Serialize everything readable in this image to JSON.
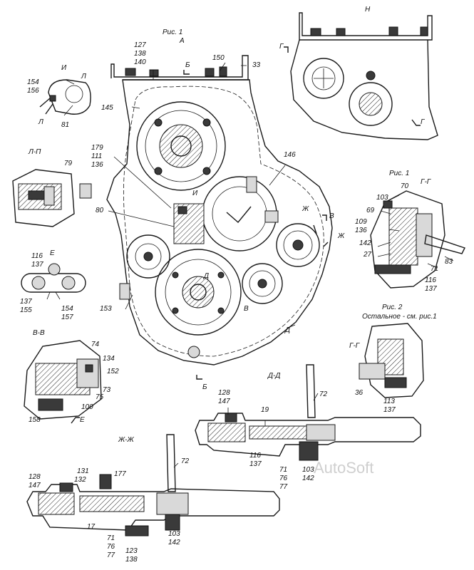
{
  "captions": {
    "fig1_top": "Рис. 1",
    "view_a": "А",
    "view_n": "Н",
    "fig1_right": "Рис. 1",
    "fig2": "Рис. 2",
    "fig2_note": "Остальное - см. рис.1"
  },
  "section_titles": {
    "il": "Л-П",
    "e_view": "Е",
    "vv": "В-В",
    "gg_top": "Г-Г",
    "gg_bottom": "Г-Г",
    "dd": "Д-Д",
    "zhzh": "Ж-Ж",
    "i_view": "И"
  },
  "labels": {
    "n127": "127",
    "n138a": "138",
    "n140": "140",
    "b_top": "Б",
    "n150": "150",
    "n33": "33",
    "n154": "154",
    "n156": "156",
    "l1": "Л",
    "l2": "Л",
    "n81": "81",
    "n145": "145",
    "n179": "179",
    "n111": "111",
    "n136a": "136",
    "n146": "146",
    "i_mark": "И",
    "n79": "79",
    "n80": "80",
    "zh1": "Ж",
    "v1": "В",
    "zh2": "Ж",
    "n116a": "116",
    "n137a": "137",
    "n137b": "137",
    "n155": "155",
    "n154b": "154",
    "n157": "157",
    "n153": "153",
    "d1": "Д",
    "v2": "В",
    "d2": "Д",
    "b_bottom": "Б",
    "g1": "Г",
    "g2": "Г",
    "n103a": "103",
    "n70": "70",
    "n69": "69",
    "n109": "109",
    "n136b": "136",
    "n142a": "142",
    "n27": "27",
    "n83": "83",
    "n116b": "116",
    "n137c": "137",
    "n71a": "71",
    "n74": "74",
    "n134": "134",
    "n152": "152",
    "n73": "73",
    "n75": "75",
    "n100": "100",
    "n158": "158",
    "e_mark": "Е",
    "n36": "36",
    "n113": "113",
    "n137d": "137",
    "n128a": "128",
    "n147a": "147",
    "n19": "19",
    "n72a": "72",
    "n116c": "116",
    "n137e": "137",
    "n71b": "71",
    "n76a": "76",
    "n77a": "77",
    "n103b": "103",
    "n142b": "142",
    "n72b": "72",
    "n131": "131",
    "n132": "132",
    "n177": "177",
    "n128b": "128",
    "n147b": "147",
    "n17": "17",
    "n71c": "71",
    "n76b": "76",
    "n77b": "77",
    "n123": "123",
    "n138b": "138",
    "n103c": "103",
    "n142c": "142"
  },
  "watermark": "AutoSoft"
}
